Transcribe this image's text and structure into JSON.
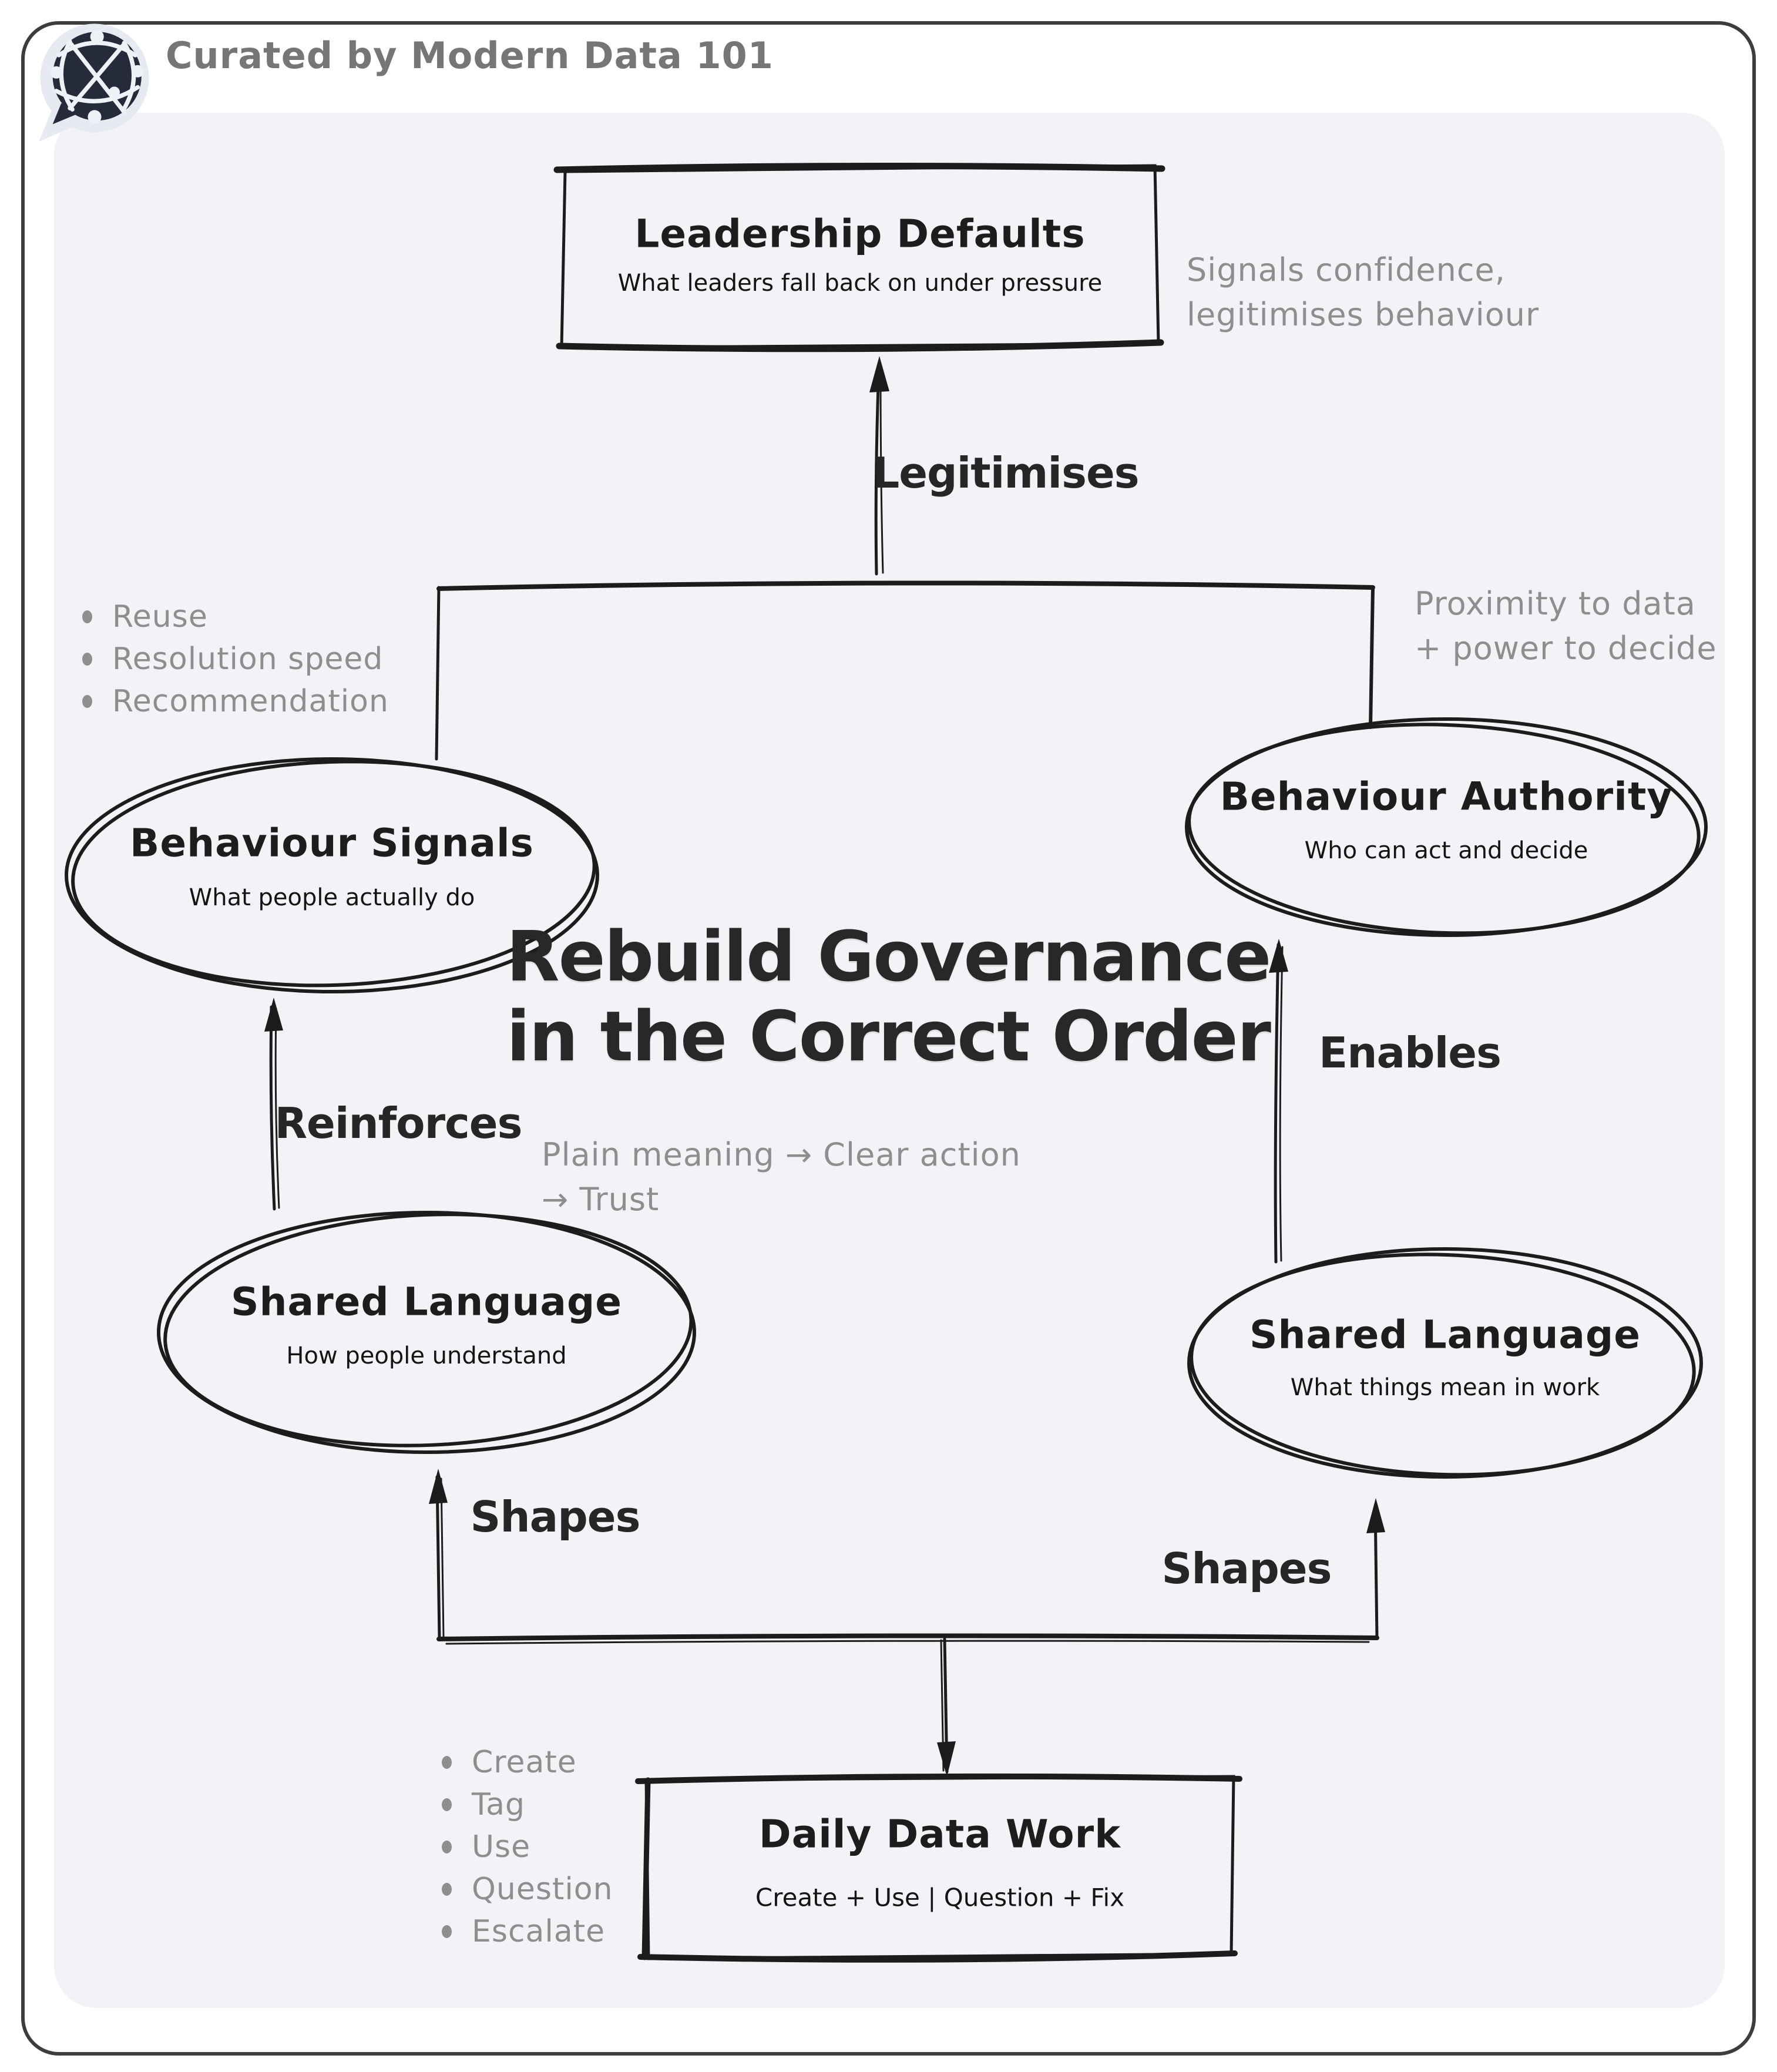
{
  "header": {
    "curated_by": "Curated by Modern Data 101",
    "logo_icon": "network-sphere-speech-bubble-logo"
  },
  "title": {
    "line1": "Rebuild Governance",
    "line2": "in the Correct Order"
  },
  "nodes": {
    "leadership_defaults": {
      "title": "Leadership Defaults",
      "subtitle": "What leaders fall back on under pressure"
    },
    "behaviour_signals": {
      "title": "Behaviour Signals",
      "subtitle": "What people actually do"
    },
    "behaviour_authority": {
      "title": "Behaviour Authority",
      "subtitle": "Who can act and decide"
    },
    "shared_language_left": {
      "title": "Shared Language",
      "subtitle": "How people understand"
    },
    "shared_language_right": {
      "title": "Shared Language",
      "subtitle": "What things mean in work"
    },
    "daily_data_work": {
      "title": "Daily Data Work",
      "subtitle": "Create + Use | Question + Fix"
    }
  },
  "edges": {
    "legitimises": "Legitimises",
    "reinforces": "Reinforces",
    "enables": "Enables",
    "shapes_left": "Shapes",
    "shapes_right": "Shapes"
  },
  "annotations": {
    "signals_confidence": {
      "line1": "Signals confidence,",
      "line2": "legitimises behaviour"
    },
    "proximity": {
      "line1": "Proximity to data",
      "line2": "+ power to decide"
    },
    "plain_meaning": {
      "line1": "Plain meaning → Clear action",
      "line2": "→ Trust"
    },
    "behaviour_signals_bullets": [
      "Reuse",
      "Resolution speed",
      "Recommendation"
    ],
    "daily_work_bullets": [
      "Create",
      "Tag",
      "Use",
      "Question",
      "Escalate"
    ]
  },
  "colors": {
    "ink": "#1c1c1c",
    "panel_bg": "#f2f3f6",
    "card_bg": "#ffffff",
    "card_border": "#3d3d3d",
    "gray_note": "#8e8e8e",
    "title_ink": "#282828",
    "logo_navy": "#252b3b",
    "logo_bubble": "#e7eaf0"
  }
}
